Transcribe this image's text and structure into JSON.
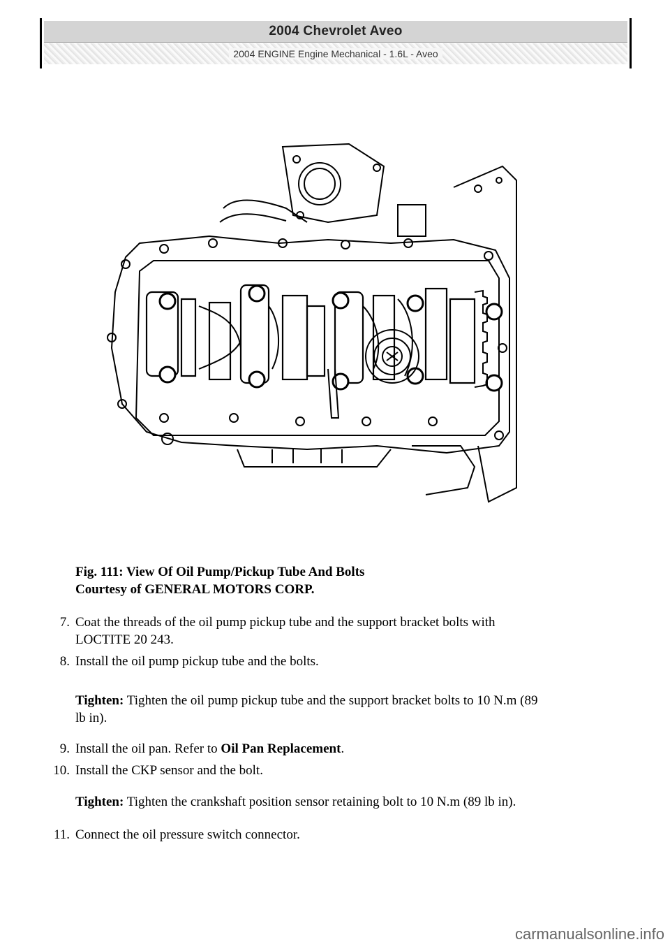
{
  "header": {
    "title": "2004 Chevrolet Aveo",
    "subtitle": "2004 ENGINE Engine Mechanical - 1.6L - Aveo"
  },
  "figure": {
    "caption_line1": "Fig. 111: View Of Oil Pump/Pickup Tube And Bolts",
    "caption_line2": "Courtesy of GENERAL MOTORS CORP."
  },
  "steps": [
    {
      "num": "7.",
      "text_line1": "Coat the threads of the oil pump pickup tube and the support bracket bolts with",
      "text_line2": "LOCTITE 20 243."
    },
    {
      "num": "8.",
      "text_line1": "Install the oil pump pickup tube and the bolts."
    },
    {
      "num": "9.",
      "text_prefix": "Install the oil pan. Refer to ",
      "text_link": "Oil Pan Replacement",
      "text_suffix": "."
    },
    {
      "num": "10.",
      "text_line1": "Install the CKP sensor and the bolt."
    },
    {
      "num": "11.",
      "text_line1": "Connect the oil pressure switch connector."
    }
  ],
  "tighten": [
    {
      "label": "Tighten:",
      "text_line1": " Tighten the oil pump pickup tube and the support bracket bolts to 10 N.m (89",
      "text_line2": "lb in)."
    },
    {
      "label": "Tighten:",
      "text_line1": " Tighten the crankshaft position sensor retaining bolt to 10 N.m (89 lb in)."
    }
  ],
  "watermark": "carmanualsonline.info"
}
